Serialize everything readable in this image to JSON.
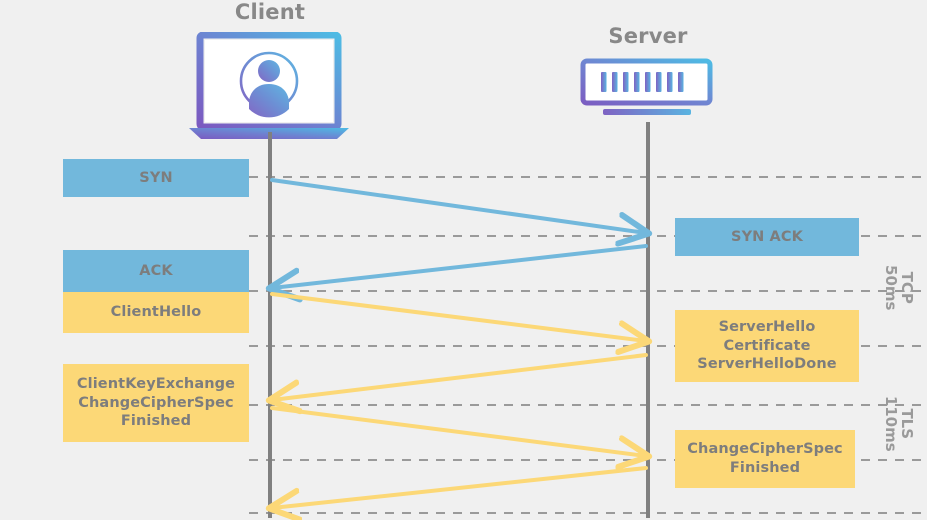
{
  "diagram": {
    "title_client": "Client",
    "title_server": "Server",
    "icons": {
      "client": "laptop-user-icon",
      "server": "server-rack-icon"
    },
    "colors": {
      "background": "#f0f0f0",
      "tcp_fill": "#72b8dc",
      "tls_fill": "#fcd877",
      "tcp_arrow": "#72b8dc",
      "tls_arrow": "#fcd877",
      "lifeline": "#808080",
      "gridline": "#9a9a9a",
      "text": "#7d7d7d",
      "heading_text": "#888888",
      "phase_text": "#9a9a9a"
    },
    "client_messages": [
      {
        "label": "SYN",
        "kind": "tcp"
      },
      {
        "label": "ACK",
        "kind": "tcp"
      },
      {
        "label": "ClientHello",
        "kind": "tls"
      },
      {
        "label": "ClientKeyExchange\nChangeCipherSpec\nFinished",
        "kind": "tls"
      }
    ],
    "server_messages": [
      {
        "label": "SYN ACK",
        "kind": "tcp"
      },
      {
        "label": "ServerHello\nCertificate\nServerHelloDone",
        "kind": "tls"
      },
      {
        "label": "ChangeCipherSpec\nFinished",
        "kind": "tls"
      }
    ],
    "phases": [
      {
        "name": "TCP",
        "duration": "50ms"
      },
      {
        "name": "TLS",
        "duration": "110ms"
      }
    ],
    "arrows": [
      {
        "name": "syn",
        "direction": "client-to-server",
        "kind": "tcp"
      },
      {
        "name": "syn-ack",
        "direction": "server-to-client",
        "kind": "tcp"
      },
      {
        "name": "client-hello",
        "direction": "client-to-server",
        "kind": "tls"
      },
      {
        "name": "server-hello",
        "direction": "server-to-client",
        "kind": "tls"
      },
      {
        "name": "client-key-exchange",
        "direction": "client-to-server",
        "kind": "tls"
      },
      {
        "name": "change-cipher-spec",
        "direction": "server-to-client",
        "kind": "tls"
      }
    ]
  }
}
